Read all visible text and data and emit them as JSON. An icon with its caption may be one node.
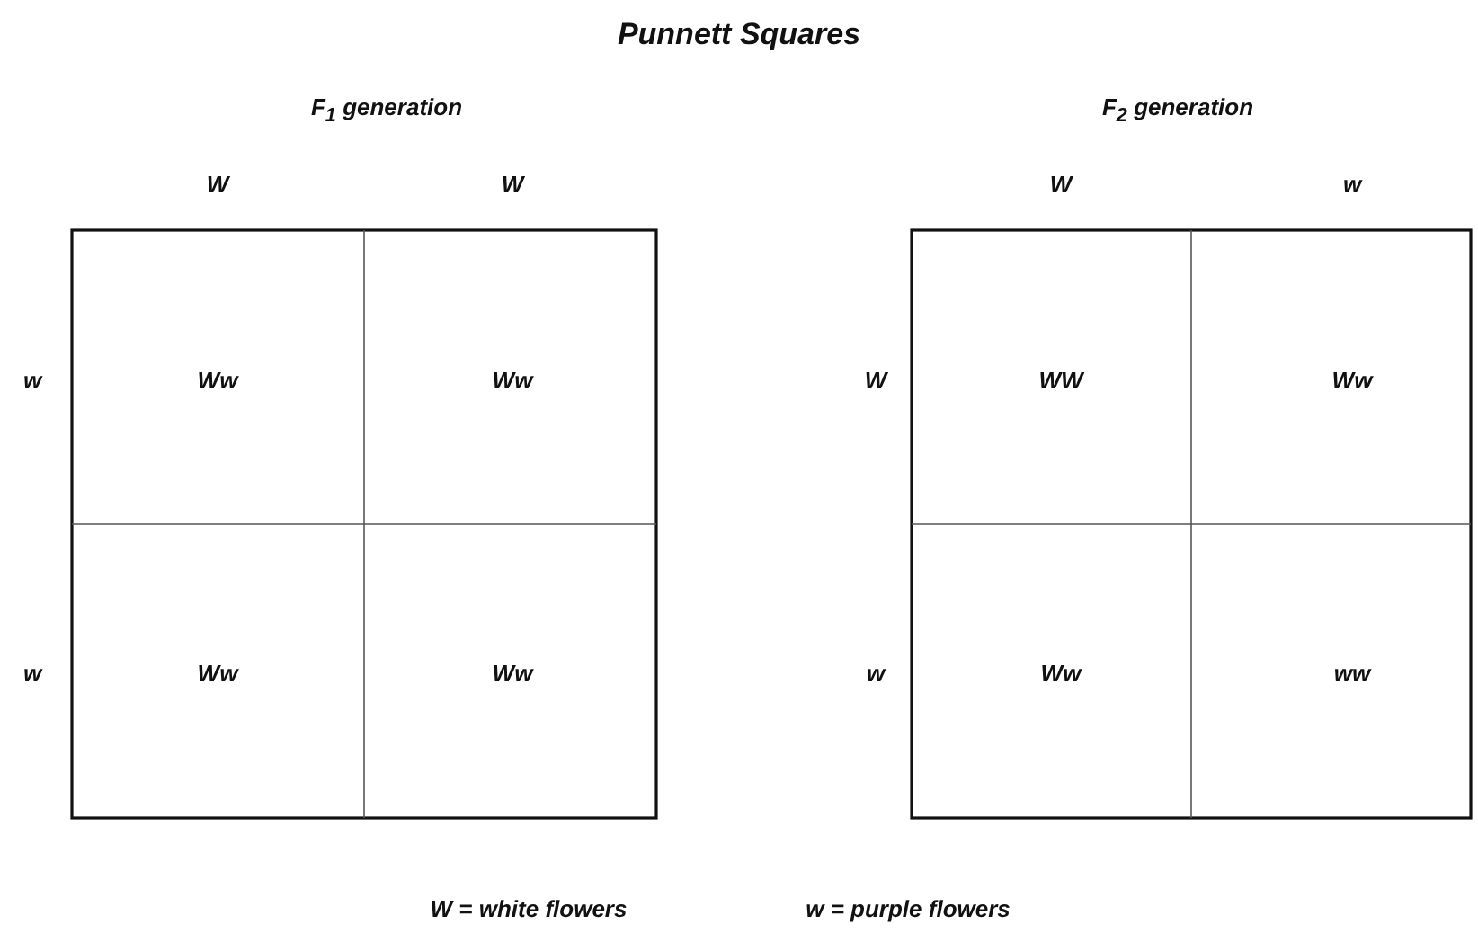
{
  "diagram": {
    "title": "Punnett Squares",
    "labels": [
      "F$_{1}$ generation",
      "F$_{2}$ generation",
      "W",
      "W",
      "W",
      "w",
      "w",
      "Ww",
      "Ww",
      "W",
      "WW",
      "Ww",
      "w",
      "Ww",
      "Ww",
      "w",
      "Ww",
      "ww",
      "W = white flowers",
      "w = purple flowers"
    ]
  }
}
